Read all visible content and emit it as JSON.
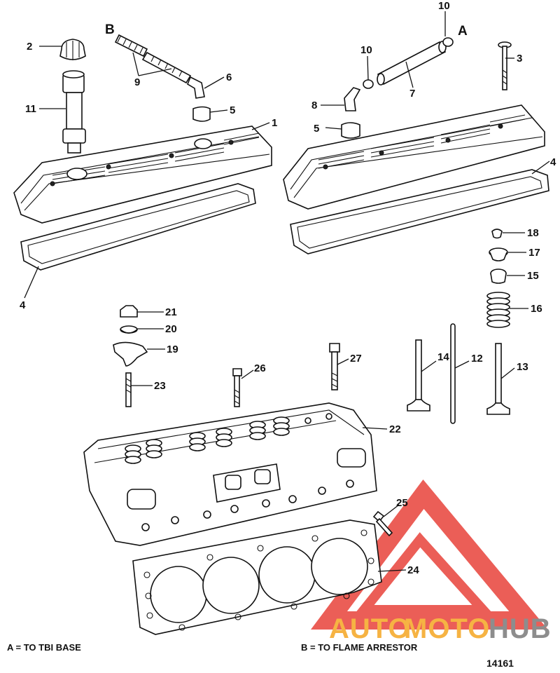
{
  "diagram": {
    "callouts": {
      "c1": "1",
      "c2": "2",
      "c3": "3",
      "c4a": "4",
      "c4b": "4",
      "c5a": "5",
      "c5b": "5",
      "c6": "6",
      "c7": "7",
      "c8": "8",
      "c9": "9",
      "c10a": "10",
      "c10b": "10",
      "c11": "11",
      "c12": "12",
      "c13": "13",
      "c14": "14",
      "c15": "15",
      "c16": "16",
      "c17": "17",
      "c18": "18",
      "c19": "19",
      "c20": "20",
      "c21": "21",
      "c22": "22",
      "c23": "23",
      "c24": "24",
      "c25": "25",
      "c26": "26",
      "c27": "27",
      "letterA": "A",
      "letterB": "B"
    },
    "legend_a": "A = TO TBI BASE",
    "legend_b": "B = TO FLAME ARRESTOR",
    "figure_number": "14161"
  },
  "watermark": {
    "text_auto": "AUTO",
    "text_moto": "MOTO",
    "text_hub": "HUB",
    "color_red": "#e8423a",
    "color_orange": "#f5a623",
    "color_gray": "#7a7a7a"
  }
}
